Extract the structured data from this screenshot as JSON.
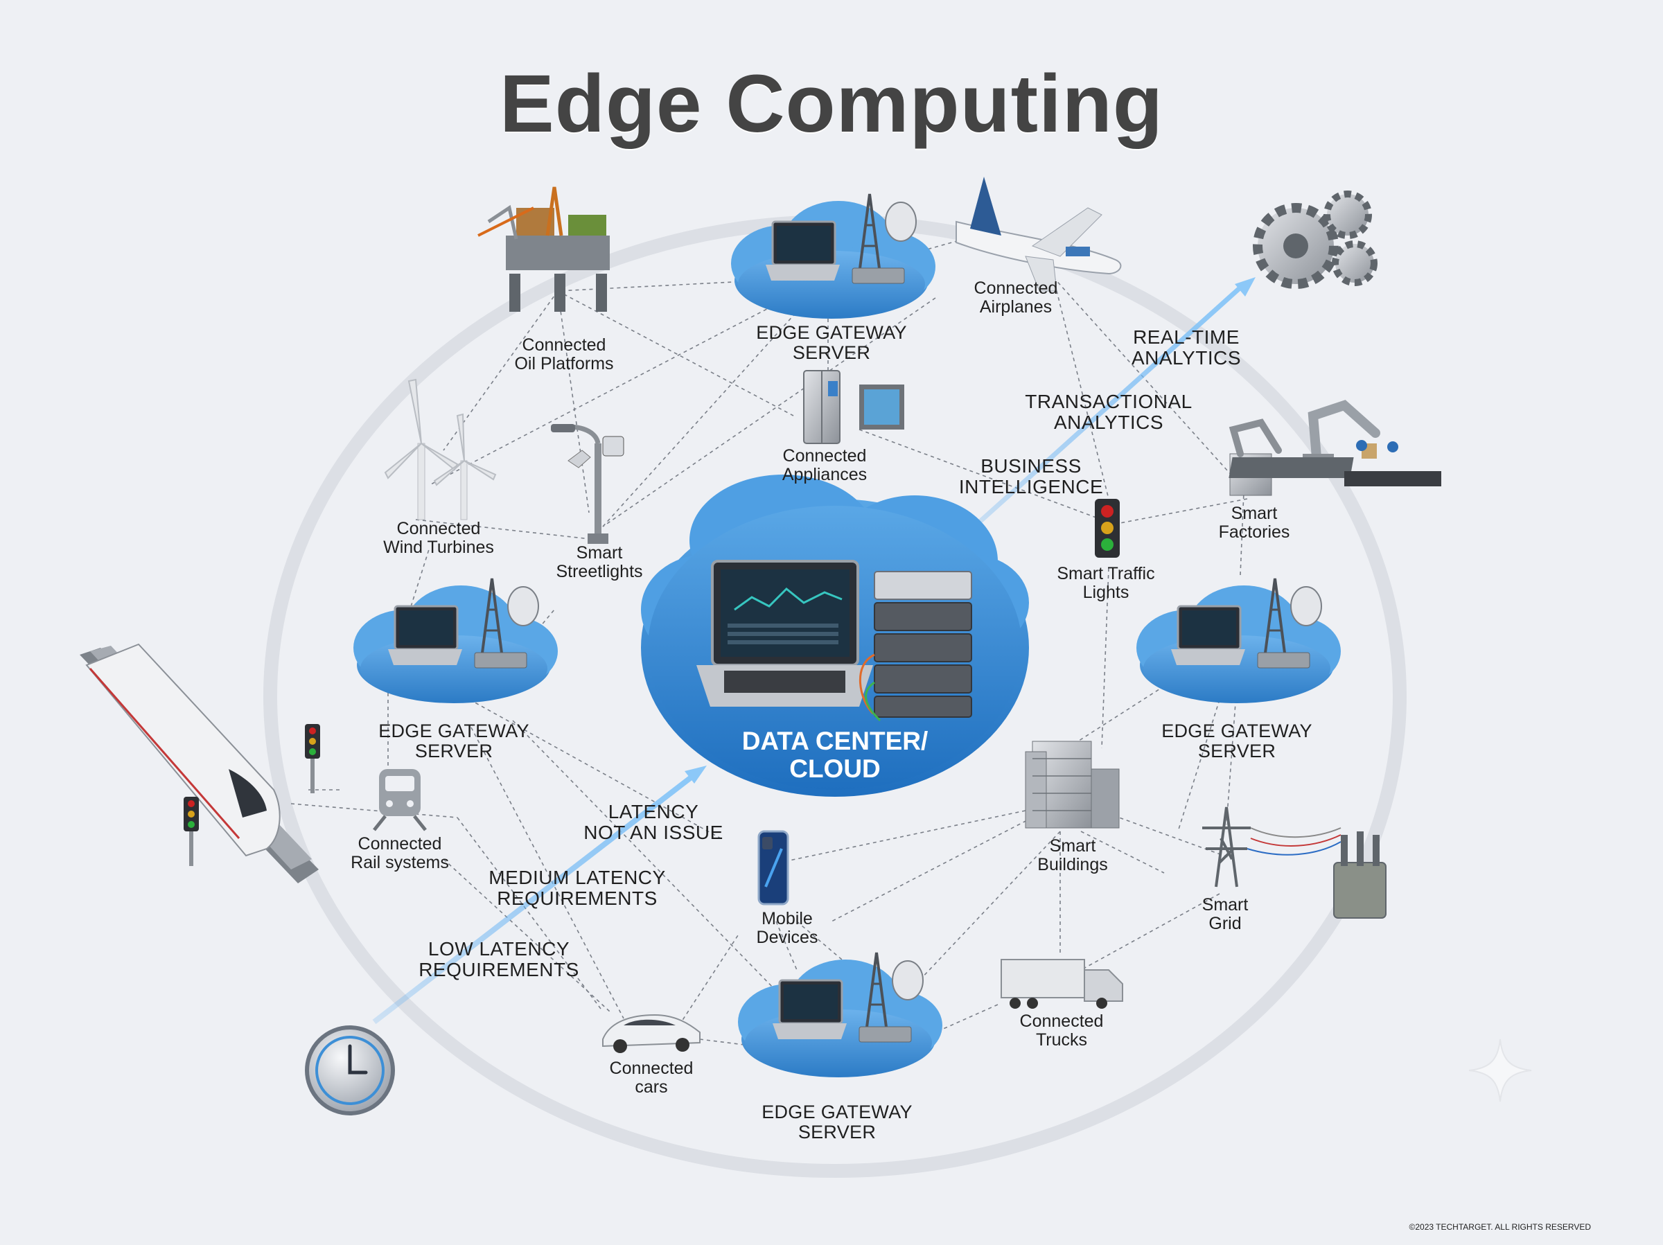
{
  "title": "Edge Computing",
  "center": {
    "label": "DATA CENTER/\nCLOUD"
  },
  "gateways": [
    {
      "label": "EDGE GATEWAY\nSERVER"
    },
    {
      "label": "EDGE GATEWAY\nSERVER"
    },
    {
      "label": "EDGE GATEWAY\nSERVER"
    },
    {
      "label": "EDGE GATEWAY\nSERVER"
    }
  ],
  "devices": [
    {
      "label": "Connected\nOil Platforms"
    },
    {
      "label": "Connected\nAirplanes"
    },
    {
      "label": "Connected\nAppliances"
    },
    {
      "label": "Connected\nWind Turbines"
    },
    {
      "label": "Smart\nStreetlights"
    },
    {
      "label": "Smart Traffic\nLights"
    },
    {
      "label": "Smart\nFactories"
    },
    {
      "label": "Connected\nRail systems"
    },
    {
      "label": "Mobile\nDevices"
    },
    {
      "label": "Smart\nBuildings"
    },
    {
      "label": "Smart\nGrid"
    },
    {
      "label": "Connected\nTrucks"
    },
    {
      "label": "Connected\ncars"
    }
  ],
  "analytics": [
    {
      "label": "REAL-TIME\nANALYTICS"
    },
    {
      "label": "TRANSACTIONAL\nANALYTICS"
    },
    {
      "label": "BUSINESS\nINTELLIGENCE"
    }
  ],
  "latency": [
    {
      "label": "LATENCY\nNOT AN ISSUE"
    },
    {
      "label": "MEDIUM LATENCY\nREQUIREMENTS"
    },
    {
      "label": "LOW LATENCY\nREQUIREMENTS"
    }
  ],
  "copyright": "©2023 TECHTARGET. ALL RIGHTS RESERVED",
  "colors": {
    "background": "#eef0f4",
    "cloud": "#3d8fd6",
    "cloud_light": "#6cb2ec",
    "arrow": "#7fbdf2",
    "title": "#444444",
    "ring": "#dcdfe5"
  },
  "icons": [
    "oil-platform-icon",
    "airplane-icon",
    "gears-icon",
    "wind-turbine-icon",
    "streetlight-icon",
    "appliances-icon",
    "traffic-light-icon",
    "robot-arm-icon",
    "train-icon",
    "rail-icon",
    "smartphone-icon",
    "building-icon",
    "power-tower-icon",
    "transformer-icon",
    "truck-icon",
    "car-icon",
    "clock-icon",
    "laptop-icon",
    "server-rack-icon",
    "antenna-icon"
  ]
}
